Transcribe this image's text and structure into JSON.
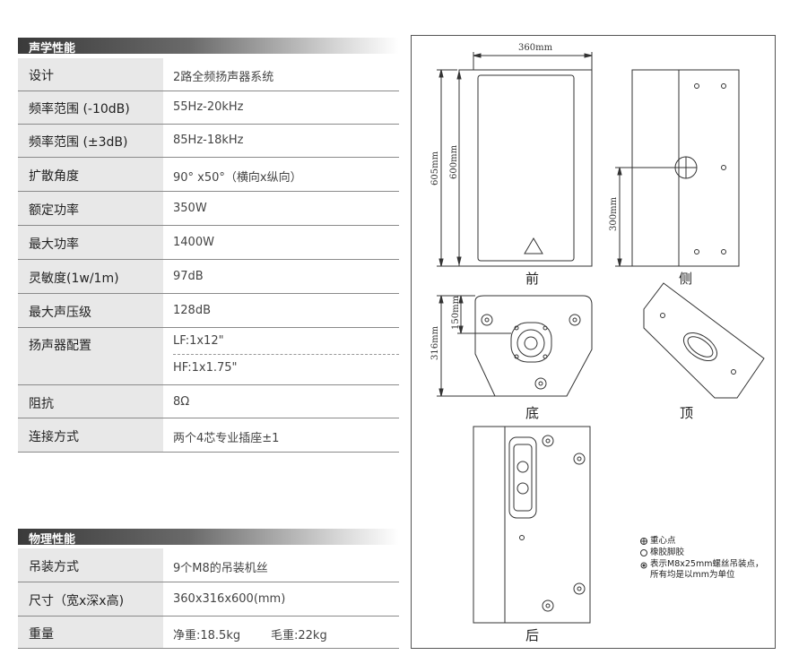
{
  "acoustic": {
    "header": "声学性能",
    "rows": [
      {
        "label": "设计",
        "value": "2路全频扬声器系统"
      },
      {
        "label": "频率范围 (-10dB)",
        "value": "55Hz-20kHz"
      },
      {
        "label": "频率范围 (±3dB)",
        "value": "85Hz-18kHz"
      },
      {
        "label": "扩散角度",
        "value": "90° x50°（横向x纵向）"
      },
      {
        "label": "额定功率",
        "value": "350W"
      },
      {
        "label": "最大功率",
        "value": "1400W"
      },
      {
        "label": "灵敏度(1w/1m)",
        "value": "97dB"
      },
      {
        "label": "最大声压级",
        "value": "128dB"
      },
      {
        "label": "扬声器配置",
        "value": "LF:1x12\"",
        "value2": "HF:1x1.75\""
      },
      {
        "label": "阻抗",
        "value": "8Ω"
      },
      {
        "label": "连接方式",
        "value": "两个4芯专业插座±1"
      }
    ]
  },
  "physical": {
    "header": "物理性能",
    "rows": [
      {
        "label": "吊装方式",
        "value": "9个M8的吊装机丝"
      },
      {
        "label": "尺寸（宽x深x高)",
        "value": "360x316x600(mm)"
      },
      {
        "label": "重量",
        "value": "净重:18.5kg",
        "value2": "毛重:22kg"
      }
    ]
  },
  "drawing": {
    "dim_width": "360mm",
    "dim_h605": "605mm",
    "dim_h600": "600mm",
    "dim_h300": "300mm",
    "dim_d316": "316mm",
    "dim_d150": "150mm",
    "labels": {
      "front": "前",
      "side": "侧",
      "bottom": "底",
      "top": "顶",
      "back": "后"
    },
    "legend": [
      "重心点",
      "橡胶脚胶",
      "表示M8x25mm螺丝吊装点，",
      "所有均是以mm为单位"
    ]
  }
}
